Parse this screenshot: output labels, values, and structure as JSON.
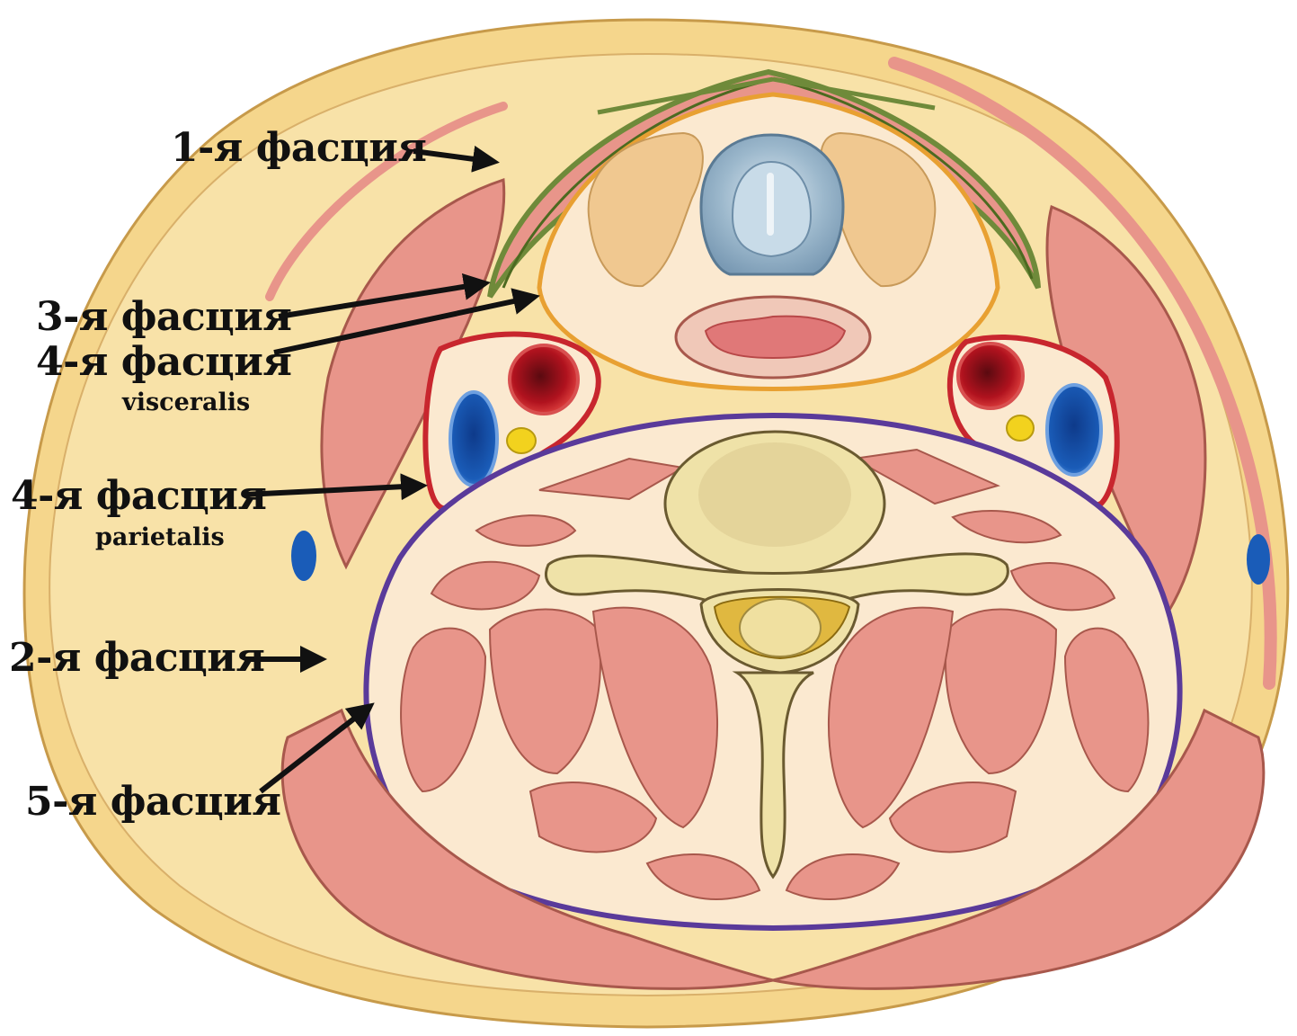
{
  "labels": {
    "fascia1": "1-я фасция",
    "fascia3": "3-я фасция",
    "fascia4v": "4-я фасция",
    "fascia4v_sub": "visceralis",
    "fascia4p": "4-я фасция",
    "fascia4p_sub": "parietalis",
    "fascia2": "2-я фасция",
    "fascia5": "5-я фасция"
  },
  "colors": {
    "skin": "#f5d68c",
    "skin_edge": "#c79a4a",
    "muscle": "#e8958a",
    "muscle_edge": "#a8584c",
    "fascia3": "#6f8a3a",
    "fascia4_visceral": "#e8a032",
    "fascia4_parietal": "#c8262e",
    "fascia5": "#5a3a9a",
    "artery": "#b0121e",
    "vein": "#1a5cb8",
    "nerve": "#f2d21e",
    "trachea": "#9cb8cc",
    "thyroid": "#f0c890",
    "bone": "#efe2a8",
    "tissue": "#fbe9d0",
    "esophagus": "#e07878",
    "arrow": "#111111"
  }
}
